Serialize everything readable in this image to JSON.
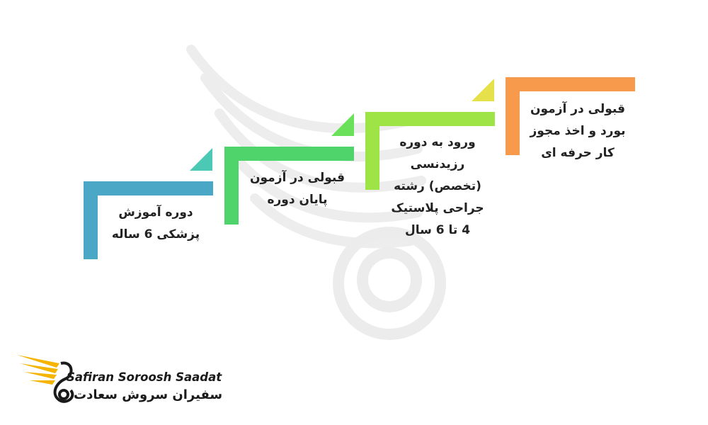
{
  "steps": [
    {
      "id": "step-1",
      "lines": [
        "دوره آموزش",
        "پزشکی 6 ساله"
      ],
      "color": "#4aa8c6",
      "accent": "#4cc9b4"
    },
    {
      "id": "step-2",
      "lines": [
        "قبولی در آزمون",
        "پایان دوره"
      ],
      "color": "#4fd46c",
      "accent": "#6be05a"
    },
    {
      "id": "step-3",
      "lines": [
        "ورود به دوره",
        "رزیدنسی",
        "(تخصص) رشته",
        "جراحی پلاستیک",
        "4 تا 6 سال"
      ],
      "color": "#9fe447",
      "accent": "#e6e14a"
    },
    {
      "id": "step-4",
      "lines": [
        "قبولی در آزمون",
        "بورد و اخذ مجوز",
        "کار حرفه ای"
      ],
      "color": "#f79a4c",
      "accent": null
    }
  ],
  "logo": {
    "name_en": "Safiran Soroosh Saadat",
    "name_fa": "سفیران سروش سعادت",
    "colors": {
      "wing": "#f4b400",
      "ring": "#1a1a1a"
    }
  }
}
